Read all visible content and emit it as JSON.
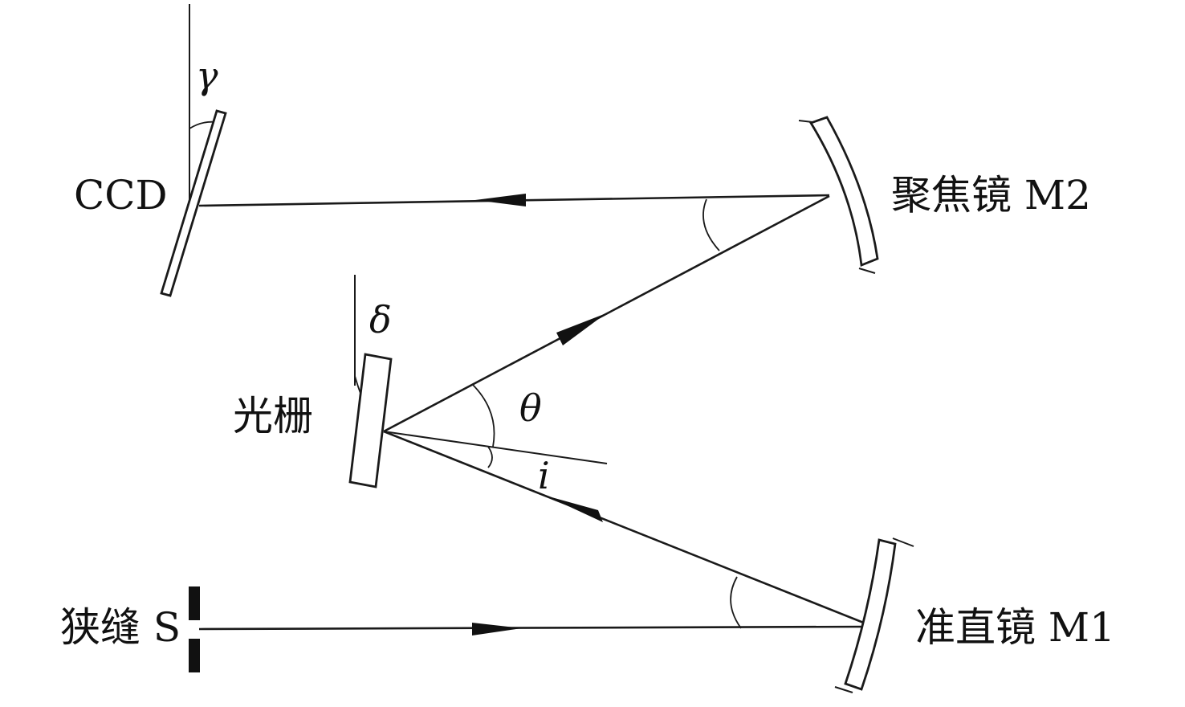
{
  "labels": {
    "ccd": "CCD",
    "focusing_mirror": "聚焦镜 M2",
    "grating": "光栅",
    "slit": "狭缝 S",
    "collimating_mirror": "准直镜 M1"
  },
  "angles": {
    "gamma": "γ",
    "delta": "δ",
    "theta": "θ",
    "incidence": "i"
  }
}
